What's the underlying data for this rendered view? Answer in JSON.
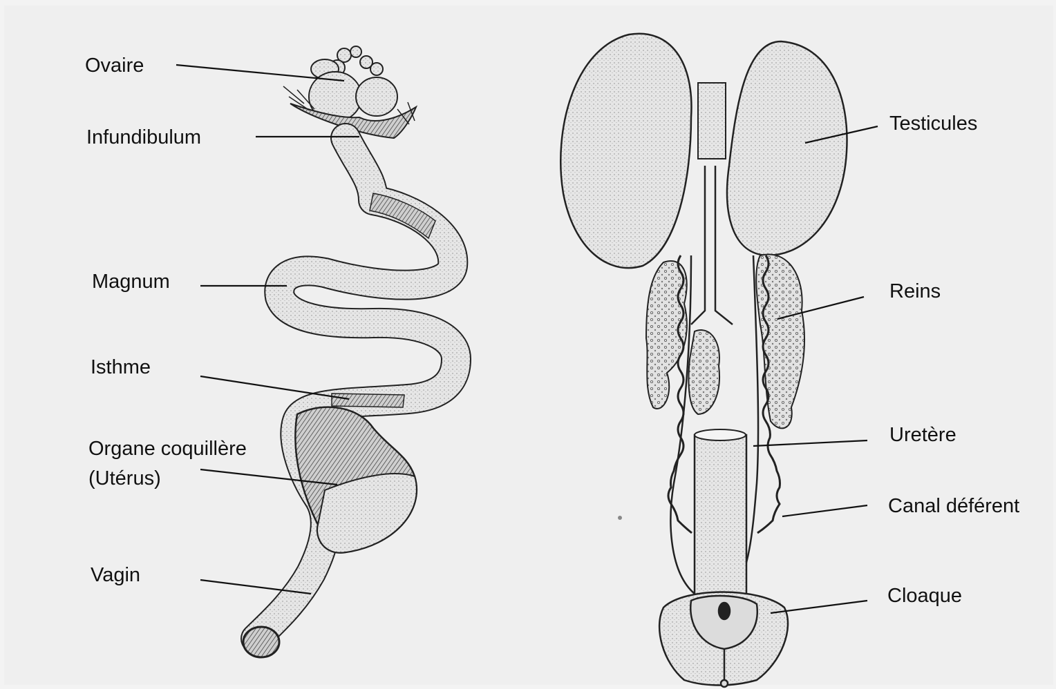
{
  "female": {
    "labels": {
      "ovary": "Ovaire",
      "infundibulum": "Infundibulum",
      "magnum": "Magnum",
      "isthmus": "Isthme",
      "shell_gland": "Organe coquillère",
      "uterus": "(Utérus)",
      "vagina": "Vagin"
    }
  },
  "male": {
    "labels": {
      "testes": "Testicules",
      "kidneys": "Reins",
      "ureter": "Uretère",
      "vas_deferens": "Canal déférent",
      "cloaca": "Cloaque"
    }
  },
  "colors": {
    "background": "#efefef",
    "ink": "#111111",
    "tissue": "#e4e4e4",
    "shade": "#9a9a9a"
  }
}
